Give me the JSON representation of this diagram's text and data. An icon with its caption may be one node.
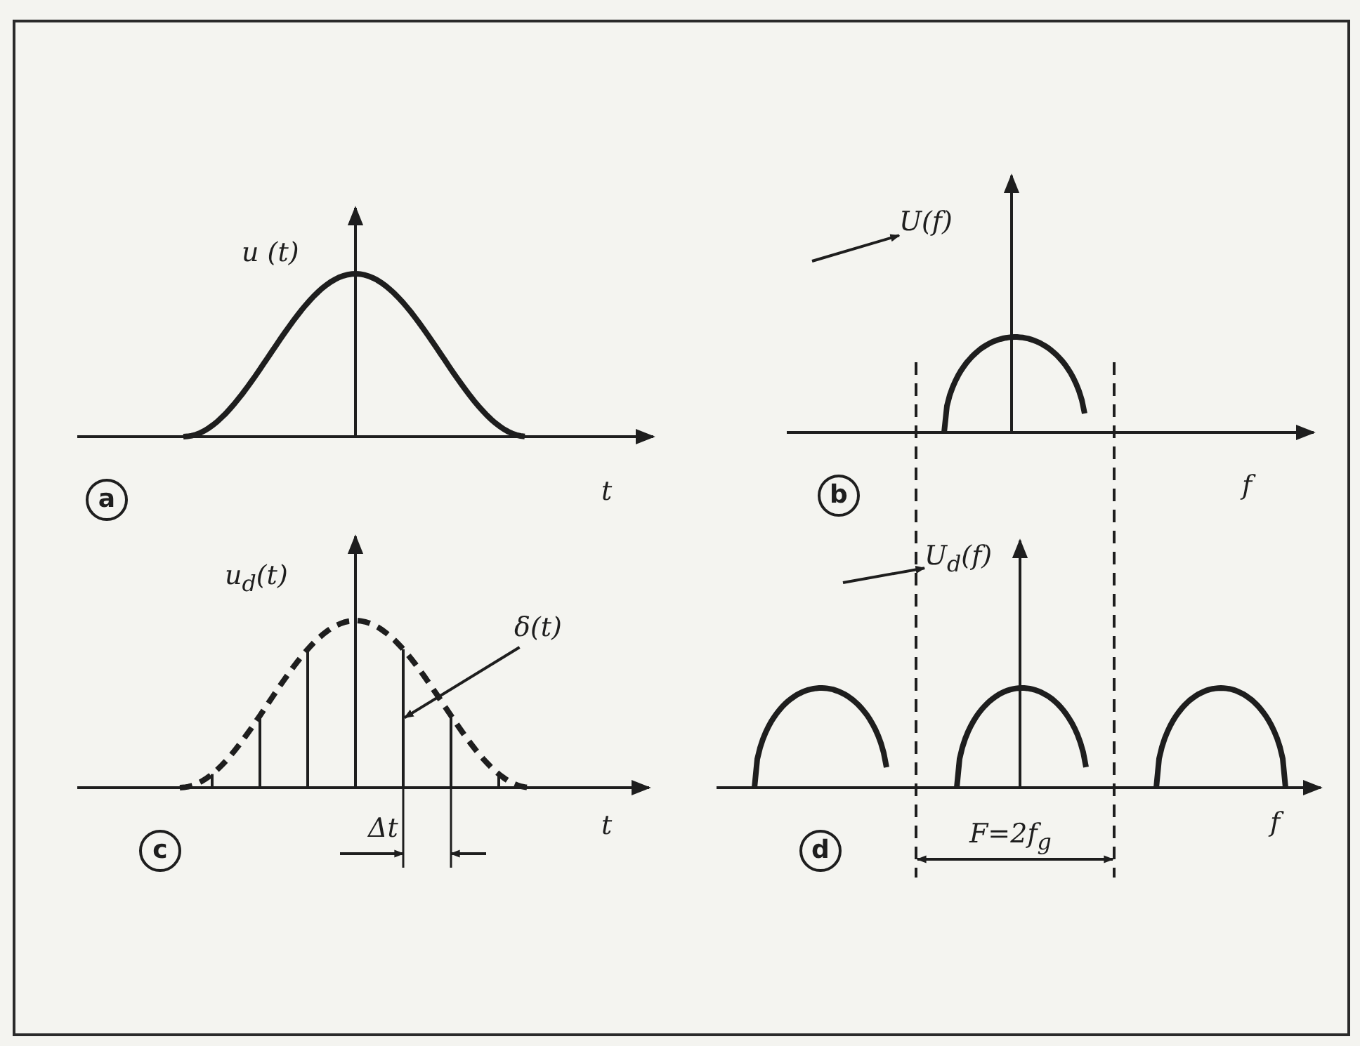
{
  "diagram": {
    "nodes": [
      {
        "text": [
          "U(f)"
        ]
      },
      {
        "text": [
          "a"
        ]
      },
      {
        "text": [
          "b"
        ]
      },
      {
        "text": [
          "U$_{d}$(f)"
        ]
      },
      {
        "text": [
          "δ(t)"
        ]
      },
      {
        "text": [
          "c"
        ]
      },
      {
        "text": [
          "d"
        ]
      },
      {
        "text": [],
        "shape": "bar"
      }
    ],
    "edges": [
      {
        "from": null,
        "to": 0,
        "arrow": "to"
      },
      {
        "from": null,
        "to": 3,
        "arrow": "to"
      },
      {
        "from": 4,
        "to": 7,
        "arrow": "to"
      }
    ],
    "labels": [
      "u (t)",
      "t",
      "f",
      "u$_{d}$(t)",
      "Δt",
      "t",
      "F=2f$_{g}$",
      "f"
    ]
  }
}
